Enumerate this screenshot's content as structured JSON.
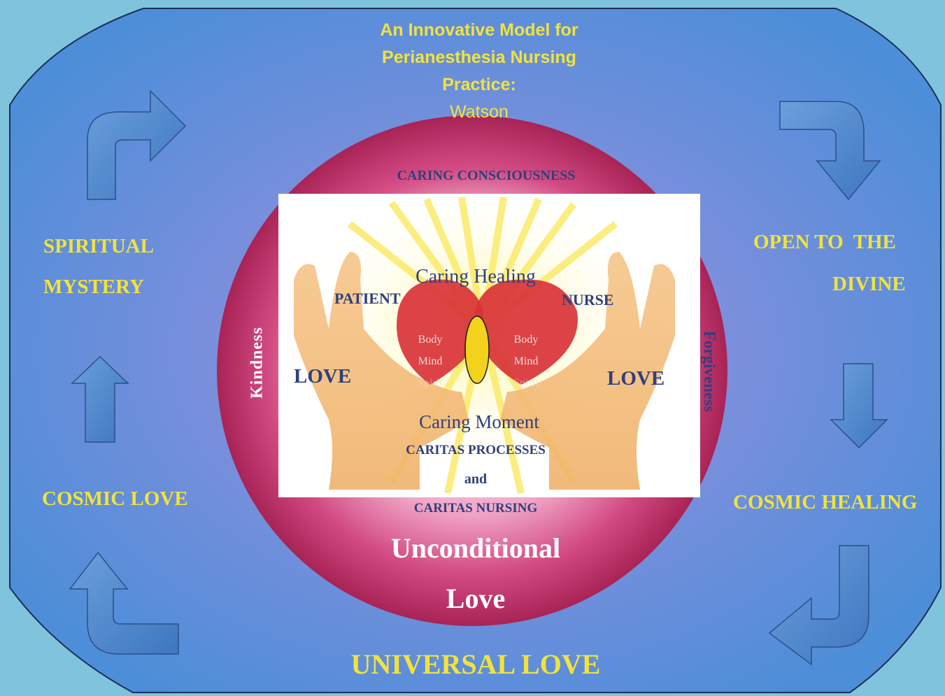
{
  "title": {
    "line1": "An Innovative Model for",
    "line2": "Perianesthesia Nursing",
    "line3": "Practice:",
    "author": "Watson"
  },
  "outer_labels": {
    "left_top_1": "SPIRITUAL",
    "left_top_2": "MYSTERY",
    "left_bottom": "COSMIC LOVE",
    "right_top_1": "OPEN TO  THE",
    "right_top_2": "DIVINE",
    "right_bottom": "COSMIC HEALING",
    "bottom": "UNIVERSAL LOVE"
  },
  "circle_labels": {
    "top": "CARING CONSCIOUSNESS",
    "left_vertical": "Kindness",
    "right_vertical": "Forgiveness",
    "bottom_1": "CARITAS NURSING",
    "bottom_2": "Unconditional",
    "bottom_3": "Love"
  },
  "center_panel": {
    "caring_healing": "Caring Healing",
    "patient": "PATIENT",
    "nurse": "NURSE",
    "left_heart": [
      "Body",
      "Mind",
      "Spirit"
    ],
    "right_heart": [
      "Body",
      "Mind",
      "Spirit"
    ],
    "love_left": "LOVE",
    "love_right": "LOVE",
    "caring_moment": "Caring Moment",
    "caritas_processes": "CARITAS PROCESSES",
    "and": "and"
  },
  "colors": {
    "outer_blue": "#4f8fd8",
    "corner_teal": "#7fc4dc",
    "circle_crimson": "#b62a5f",
    "label_gold": "#f2e33c",
    "label_navy": "#2f3f7e",
    "arrow_blue": "#4f86cf",
    "heart_red": "#d8333a",
    "oval_yellow": "#f2d21c"
  },
  "icons": [
    "curved-arrow-up-right-icon",
    "curved-arrow-right-down-icon",
    "arrow-up-icon",
    "arrow-down-icon",
    "curved-arrow-down-left-icon",
    "curved-arrow-left-up-icon",
    "heart-icon",
    "open-hands-icon",
    "sunburst-icon"
  ]
}
